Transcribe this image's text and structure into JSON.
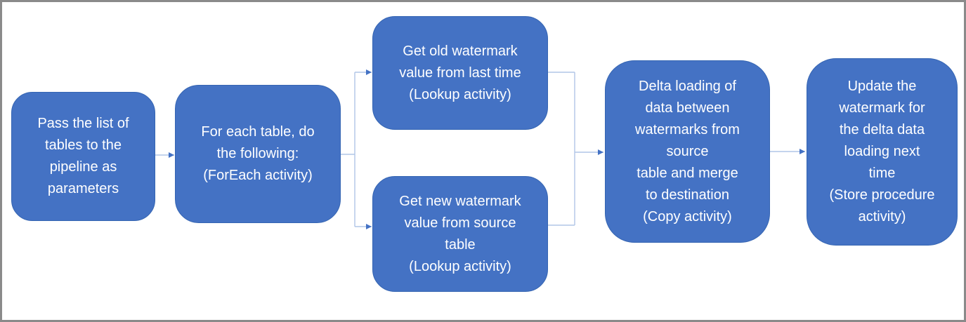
{
  "colors": {
    "background": "#ffffff",
    "frame_border": "#8a8a8a",
    "node_fill": "#4472c4",
    "node_border": "#3565b2",
    "node_text": "#ffffff",
    "connector_line": "#b1c5e7",
    "connector_arrow": "#4472c4"
  },
  "nodes": [
    {
      "name": "pass-list-of-tables",
      "text": "Pass the list of\ntables to the\npipeline as\nparameters"
    },
    {
      "name": "for-each-table",
      "text": "For each table, do\nthe following:\n(ForEach activity)"
    },
    {
      "name": "get-old-watermark",
      "text": "Get old watermark\nvalue from last time\n(Lookup activity)"
    },
    {
      "name": "get-new-watermark",
      "text": "Get new watermark\nvalue from source\ntable\n(Lookup activity)"
    },
    {
      "name": "delta-loading",
      "text": "Delta loading of\ndata between\nwatermarks from\nsource\ntable and merge\nto destination\n(Copy activity)"
    },
    {
      "name": "update-watermark",
      "text": "Update the\nwatermark for\nthe delta data\nloading next\ntime\n(Store procedure\nactivity)"
    }
  ]
}
